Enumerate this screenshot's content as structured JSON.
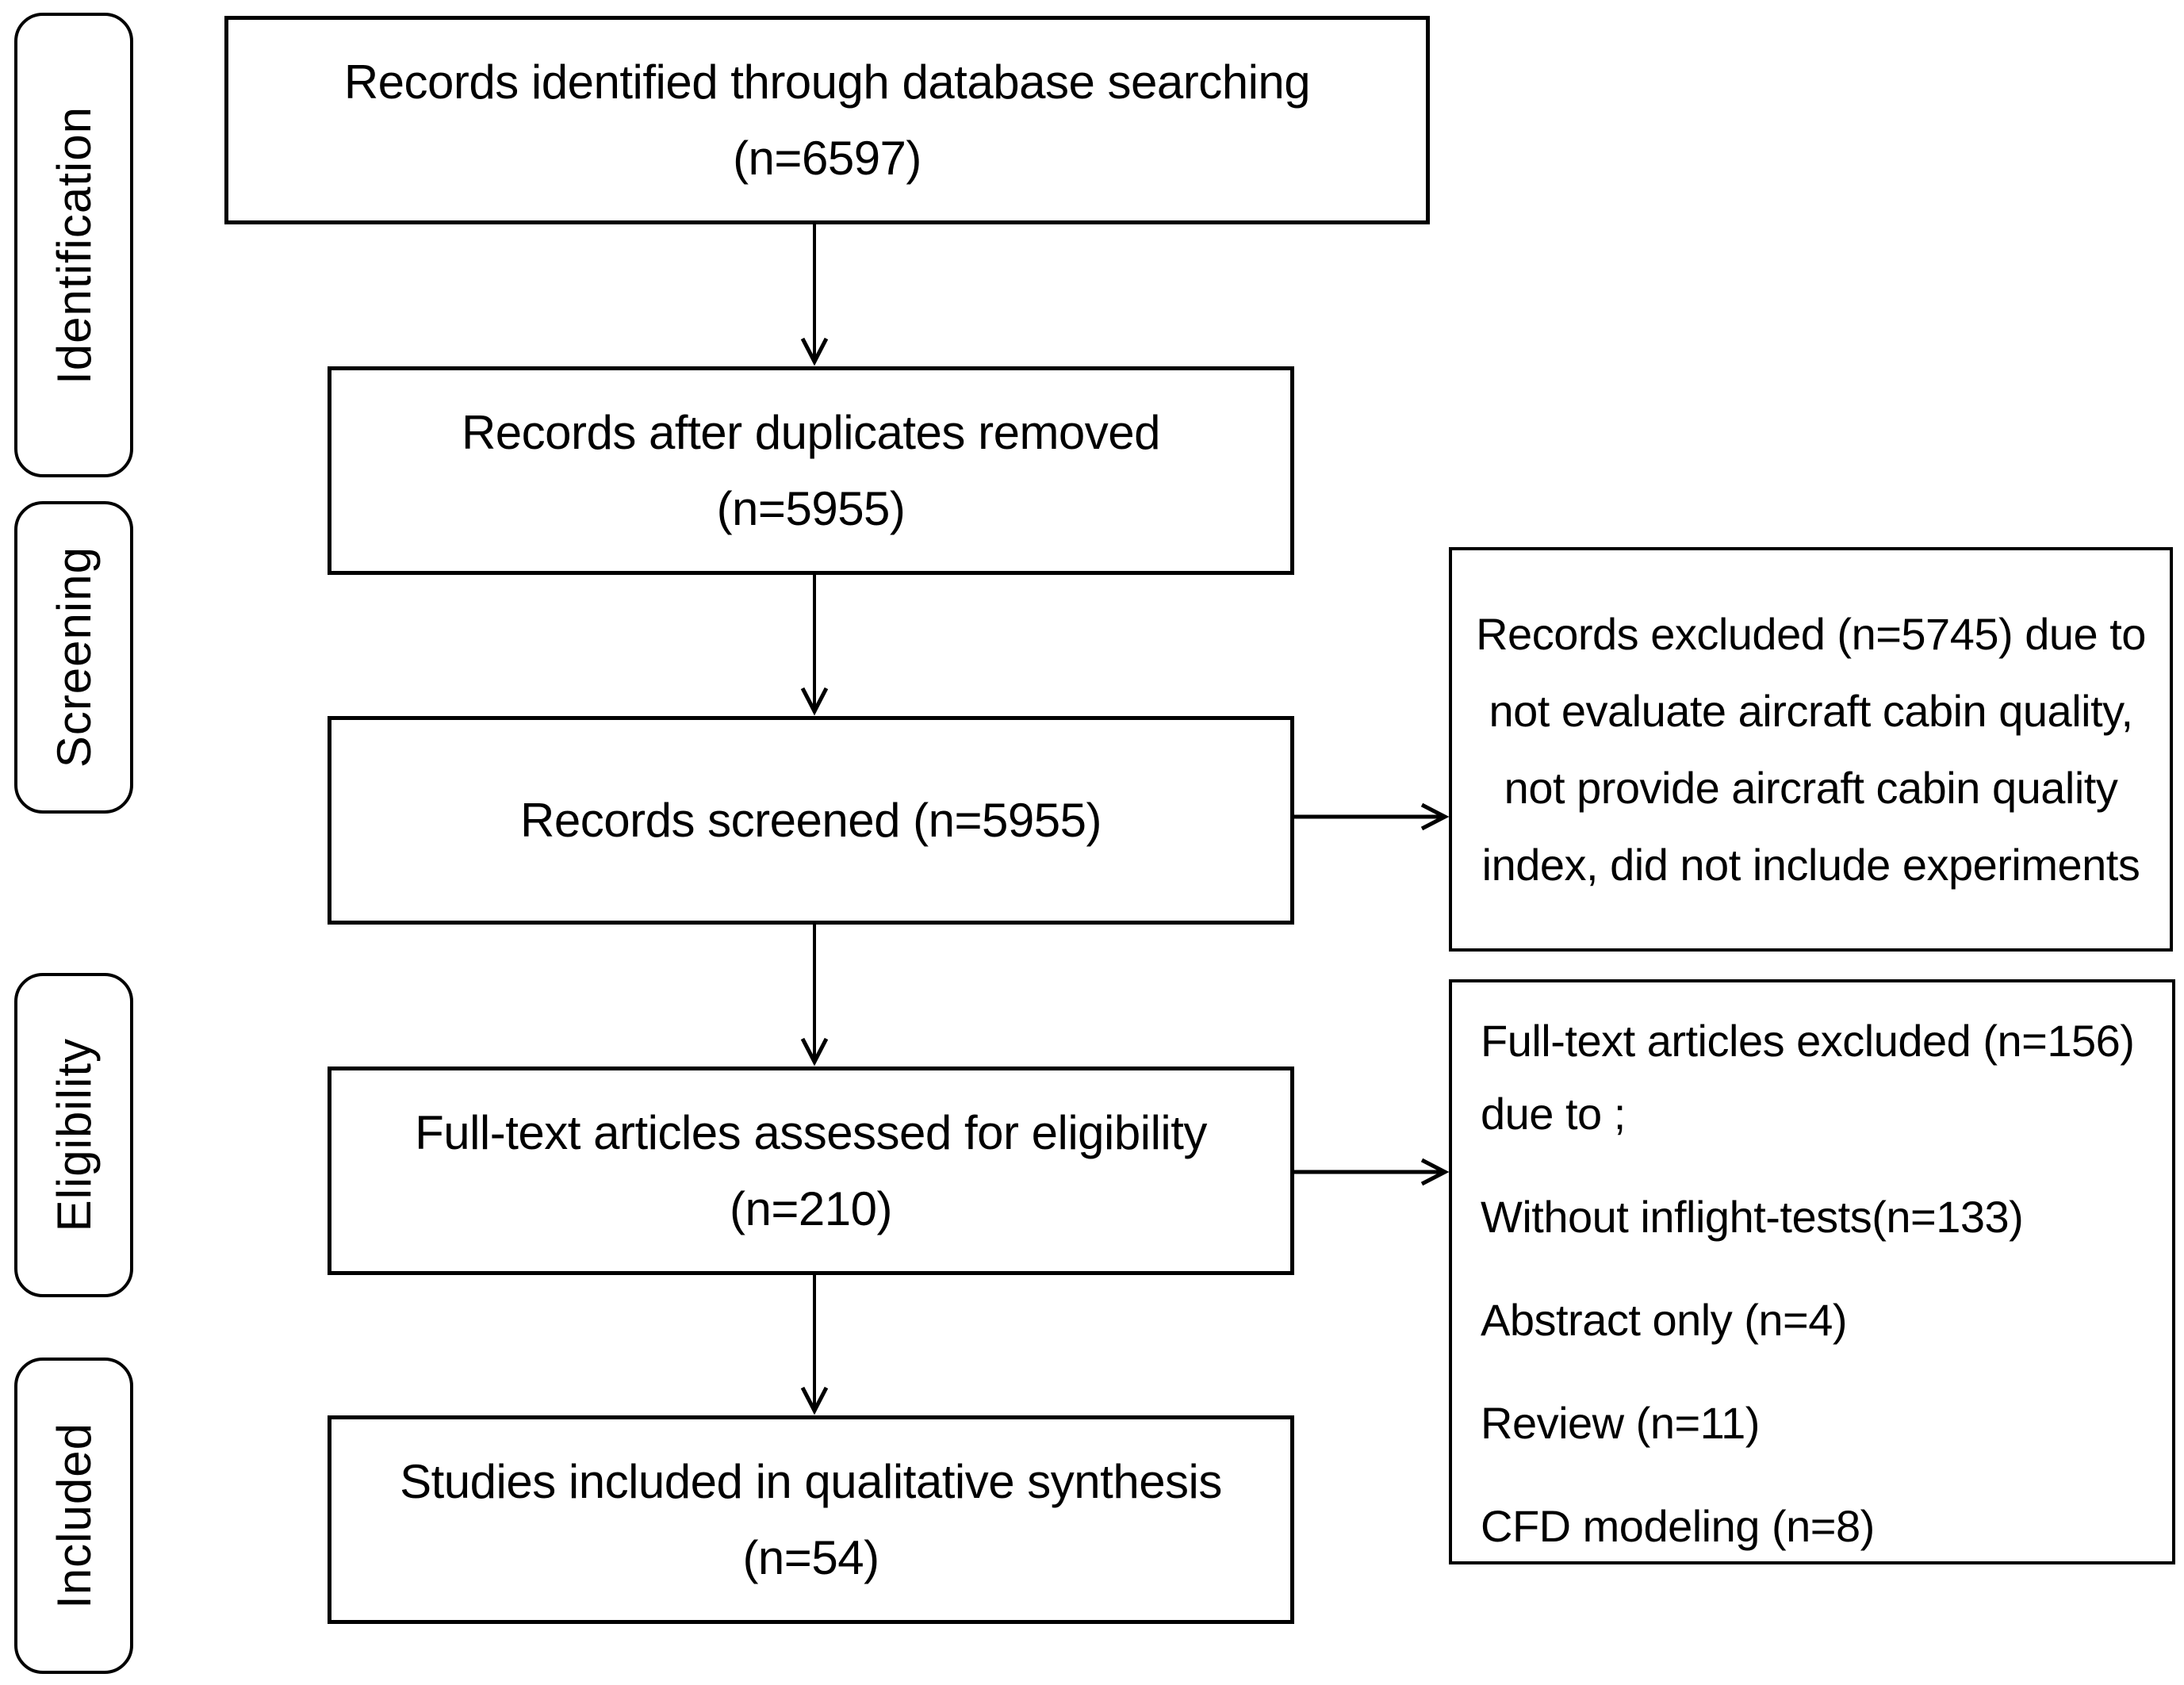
{
  "diagram": {
    "title": "PRISMA literature selection flow diagram",
    "colors": {
      "line": "#000000",
      "background": "#ffffff",
      "text": "#000000"
    },
    "stages": [
      {
        "label": "Identification"
      },
      {
        "label": "Screening"
      },
      {
        "label": "Eligibility"
      },
      {
        "label": "Included"
      }
    ],
    "flow_boxes": [
      {
        "line1": "Records identified through database searching",
        "line2": "(n=6597)"
      },
      {
        "line1": "Records after duplicates removed",
        "line2": "(n=5955)"
      },
      {
        "line1": "Records screened (n=5955)",
        "line2": ""
      },
      {
        "line1": "Full-text articles assessed for eligibility",
        "line2": "(n=210)"
      },
      {
        "line1": "Studies included in qualitative synthesis",
        "line2": "(n=54)"
      }
    ],
    "exclusion_boxes": [
      {
        "text": "Records excluded (n=5745) due to not evaluate aircraft cabin quality, not provide aircraft cabin quality index, did not include experiments"
      },
      {
        "intro": "Full-text articles excluded (n=156) due to ;",
        "items": [
          "Without inflight-tests(n=133)",
          "Abstract only (n=4)",
          "Review (n=11)",
          "CFD modeling (n=8)"
        ]
      }
    ],
    "connections": [
      {
        "from": "records-identified",
        "to": "records-after-duplicates",
        "type": "vertical-arrow"
      },
      {
        "from": "records-after-duplicates",
        "to": "records-screened",
        "type": "vertical-arrow"
      },
      {
        "from": "records-screened",
        "to": "fulltext-assessed",
        "type": "vertical-arrow"
      },
      {
        "from": "fulltext-assessed",
        "to": "studies-included",
        "type": "vertical-arrow"
      },
      {
        "from": "records-screened",
        "to": "records-excluded",
        "type": "horizontal-arrow"
      },
      {
        "from": "fulltext-assessed",
        "to": "fulltext-excluded",
        "type": "horizontal-arrow"
      }
    ]
  }
}
